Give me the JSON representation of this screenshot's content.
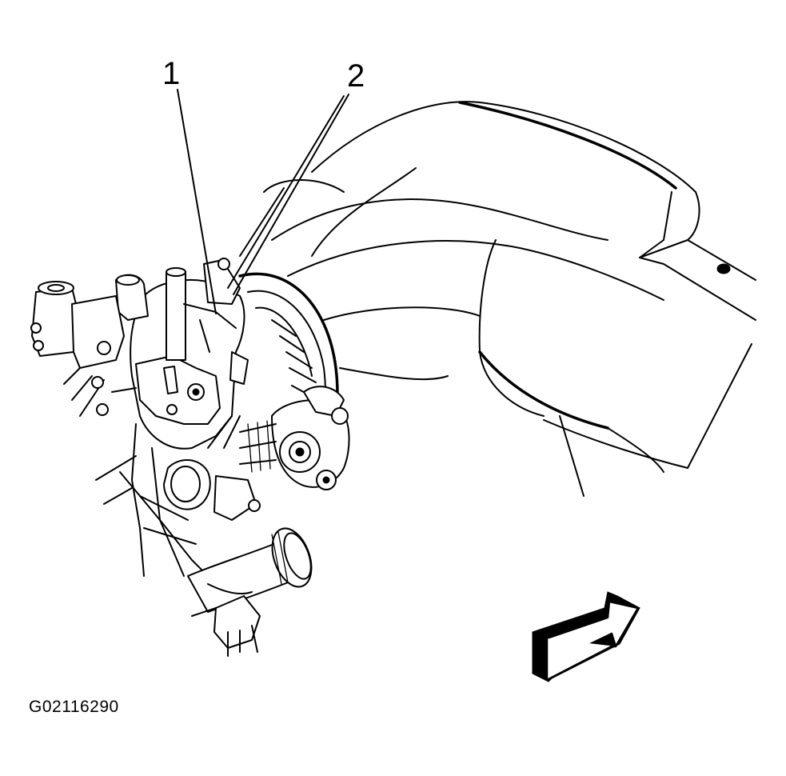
{
  "figure": {
    "callouts": [
      {
        "label": "1"
      },
      {
        "label": "2"
      }
    ],
    "figure_id": "G02116290",
    "icons": [
      "direction-arrow-icon"
    ]
  }
}
